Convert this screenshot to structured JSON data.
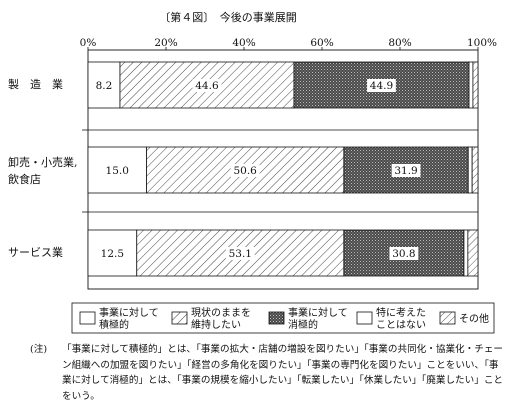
{
  "chart_data": {
    "type": "bar",
    "orientation": "horizontal",
    "stacked": true,
    "title": "〔第４図〕　今後の事業展開",
    "xlim": [
      0,
      100
    ],
    "x_ticks": [
      "0%",
      "20%",
      "40%",
      "60%",
      "80%",
      "100%"
    ],
    "categories": [
      "製　造　業",
      "卸売・小売業,\n飲食店",
      "サービス業"
    ],
    "series": [
      {
        "name": "事業に対して\n積極的",
        "values": [
          8.2,
          15.0,
          12.5
        ],
        "pattern": "white"
      },
      {
        "name": "現状のままを\n維持したい",
        "values": [
          44.6,
          50.6,
          53.1
        ],
        "pattern": "diagonal-dense"
      },
      {
        "name": "事業に対して\n消極的",
        "values": [
          44.9,
          31.9,
          30.8
        ],
        "pattern": "dark-stipple"
      },
      {
        "name": "特に考えた\nことはない",
        "values": [
          1.0,
          1.0,
          1.0
        ],
        "pattern": "white"
      },
      {
        "name": "その他",
        "values": [
          1.3,
          1.5,
          2.6
        ],
        "pattern": "diagonal-sparse"
      }
    ],
    "data_labels": [
      [
        "8.2",
        "44.6",
        "44.9"
      ],
      [
        "15.0",
        "50.6",
        "31.9"
      ],
      [
        "12.5",
        "53.1",
        "30.8"
      ]
    ],
    "legend_position": "bottom"
  },
  "note": {
    "prefix": "(注)",
    "text": "「事業に対して積極的」とは、「事業の拡大・店舗の増設を図りたい」「事業の共同化・協業化・チェーン組織への加盟を図りたい」「経営の多角化を図りたい」「事業の専門化を図りたい」ことをいい、「事業に対して消極的」とは、「事業の規模を縮小したい」「転業したい」「休業したい」「廃業したい」ことをいう。"
  }
}
